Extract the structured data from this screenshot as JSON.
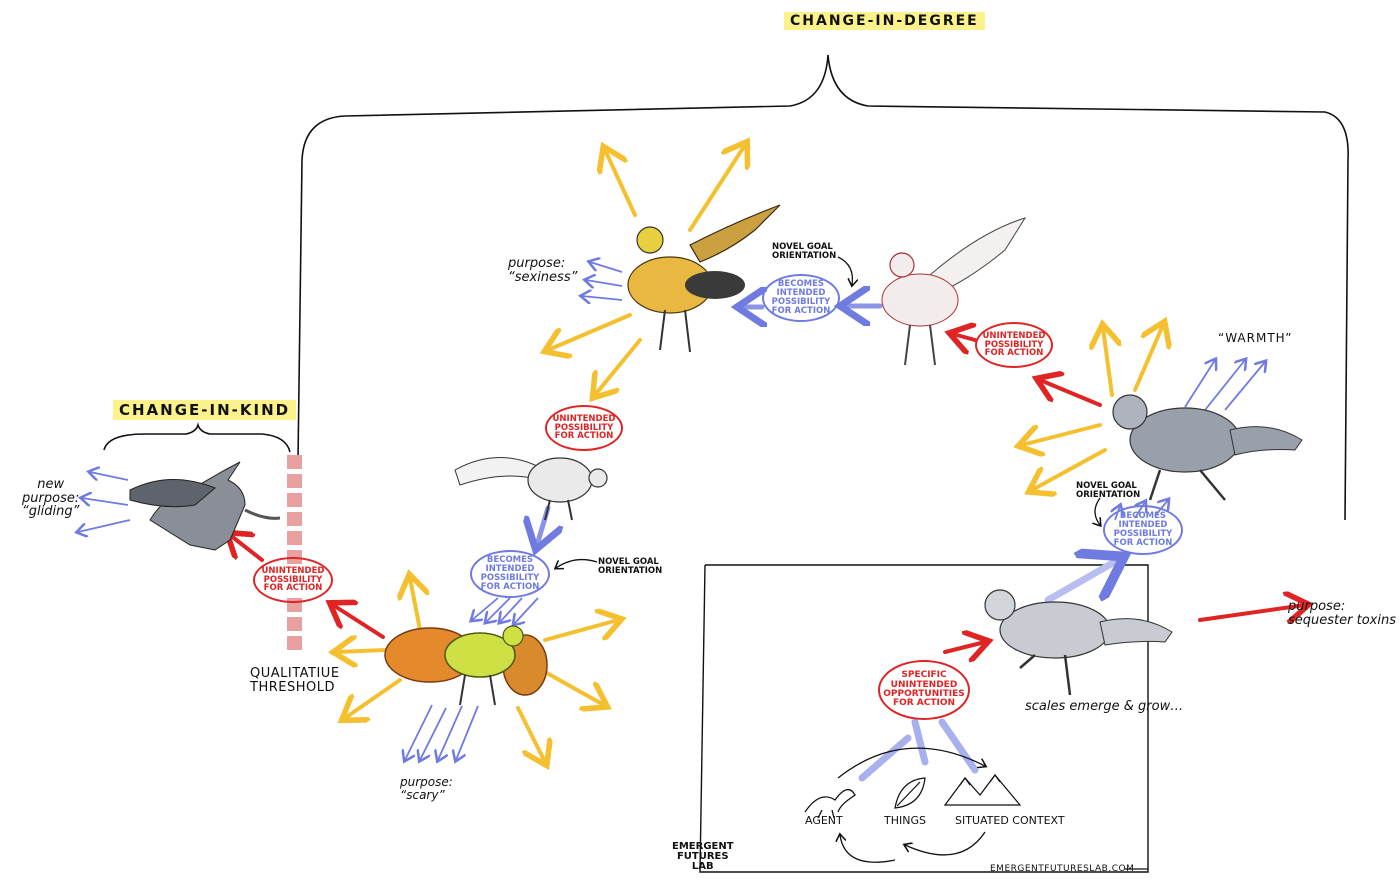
{
  "labels": {
    "change_in_degree": "CHANGE-IN-DEGREE",
    "change_in_kind": "CHANGE-IN-KIND",
    "qualitative_threshold": "QUALITATIUE\nTHRESHOLD",
    "new_purpose_gliding": "new\npurpose:\n“gliding”",
    "purpose_sexiness": "purpose:\n“sexiness”",
    "purpose_scary": "purpose:\n“scary”",
    "warmth": "“WARMTH”",
    "purpose_sequester": "purpose:\nsequester toxins",
    "scales_emerge": "scales emerge & grow…",
    "novel_goal_top": "NOVEL GOAL\nORIENTATION",
    "novel_goal_mid": "NOVEL GOAL\nORIENTATION",
    "novel_goal_right": "NOVEL GOAL\nORIENTATION",
    "agent": "AGENT",
    "things": "THINGS",
    "situated_context": "SITUATED CONTEXT",
    "brand": "EMERGENT\nFUTURES\nLAB",
    "url": "EMERGENTFUTURESLAB.COM"
  },
  "bubbles": {
    "unintended_left": "UNINTENDED\nPOSSIBILITY\nFOR ACTION",
    "unintended_mid": "UNINTENDED\nPOSSIBILITY\nFOR ACTION",
    "unintended_top_right": "UNINTENDED\nPOSSIBILITY\nFOR ACTION",
    "becomes_top": "BECOMES\nINTENDED\nPOSSIBILITY\nFOR ACTION",
    "becomes_mid": "BECOMES\nINTENDED\nPOSSIBILITY\nFOR ACTION",
    "becomes_right": "BECOMES\nINTENDED\nPOSSIBILITY\nFOR ACTION",
    "specific": "SPECIFIC\nUNINTENDED\nOPPORTUNITIES\nFOR ACTION"
  },
  "colors": {
    "ink": "#111111",
    "red": "#e02424",
    "blue": "#6f7be0",
    "yellow": "#f5c030",
    "highlight": "#fbf28c",
    "threshold": "#e8a0a0"
  }
}
